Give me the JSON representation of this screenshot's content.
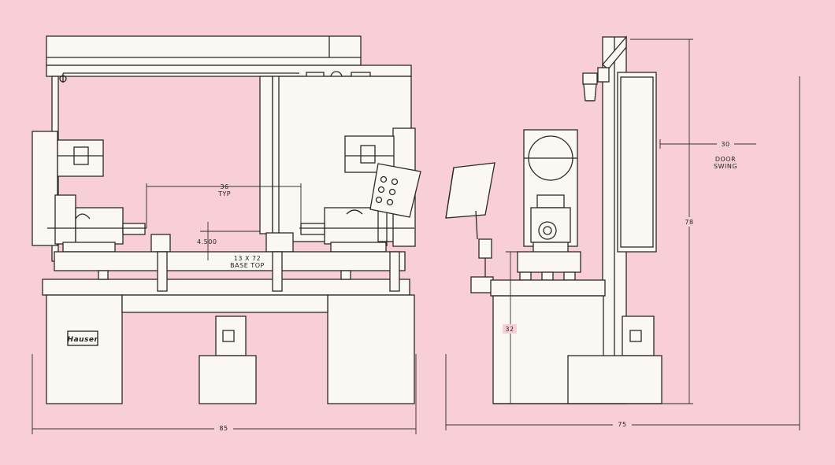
{
  "views": {
    "front": {
      "dim_spacing_value": "36",
      "dim_spacing_note": "TYP",
      "dim_height_value": "4.500",
      "base_top_line1": "13 X 72",
      "base_top_line2": "BASE TOP",
      "overall_width": "85",
      "logo_text": "Hauser"
    },
    "side": {
      "door_swing_value": "30",
      "door_swing_line1": "DOOR",
      "door_swing_line2": "SWING",
      "overall_height": "78",
      "table_height": "32",
      "overall_depth": "75"
    }
  },
  "colors": {
    "background": "#f8cfd6",
    "panel": "#fbf7f2",
    "line": "#2a2a2a"
  }
}
